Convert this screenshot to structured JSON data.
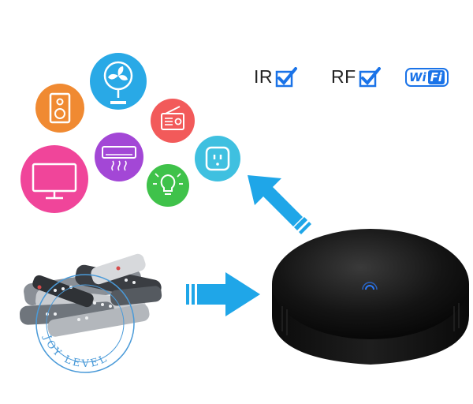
{
  "protocols": {
    "ir_label": "IR",
    "rf_label": "RF",
    "wifi_label_a": "Wi",
    "wifi_label_b": "Fi"
  },
  "watermark": {
    "text": "JOY LEVEL"
  },
  "icons": [
    {
      "name": "speaker-icon",
      "color": "#f08a32"
    },
    {
      "name": "fan-icon",
      "color": "#29a9e6"
    },
    {
      "name": "radio-icon",
      "color": "#f25a5a"
    },
    {
      "name": "air-conditioner-icon",
      "color": "#a347d6"
    },
    {
      "name": "television-icon",
      "color": "#f0459a"
    },
    {
      "name": "light-bulb-icon",
      "color": "#3fc24a"
    },
    {
      "name": "smart-socket-icon",
      "color": "#3fc0e0"
    }
  ],
  "colors": {
    "arrow": "#1fa6e8",
    "check": "#1a73e8",
    "hub": "#121212",
    "led": "#2a7bff"
  }
}
